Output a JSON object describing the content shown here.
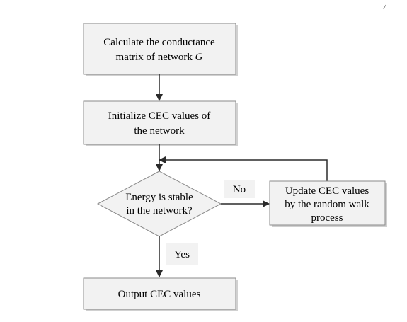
{
  "corner_mark": "/",
  "flowchart": {
    "step_calculate": {
      "line1": "Calculate the conductance",
      "line2_prefix": "matrix of network",
      "line2_var": "G"
    },
    "step_initialize": {
      "line1": "Initialize CEC values of",
      "line2": "the network"
    },
    "decision_energy": {
      "line1": "Energy is stable",
      "line2": "in the network?"
    },
    "step_update": {
      "line1": "Update CEC values",
      "line2": "by the random walk",
      "line3": "process"
    },
    "step_output": {
      "label": "Output CEC values"
    },
    "label_no": "No",
    "label_yes": "Yes",
    "colors": {
      "box_fill": "#f2f2f2",
      "box_stroke": "#8a8a8a",
      "shadow": "#d0d0d0",
      "arrow": "#2b2b2b"
    }
  }
}
